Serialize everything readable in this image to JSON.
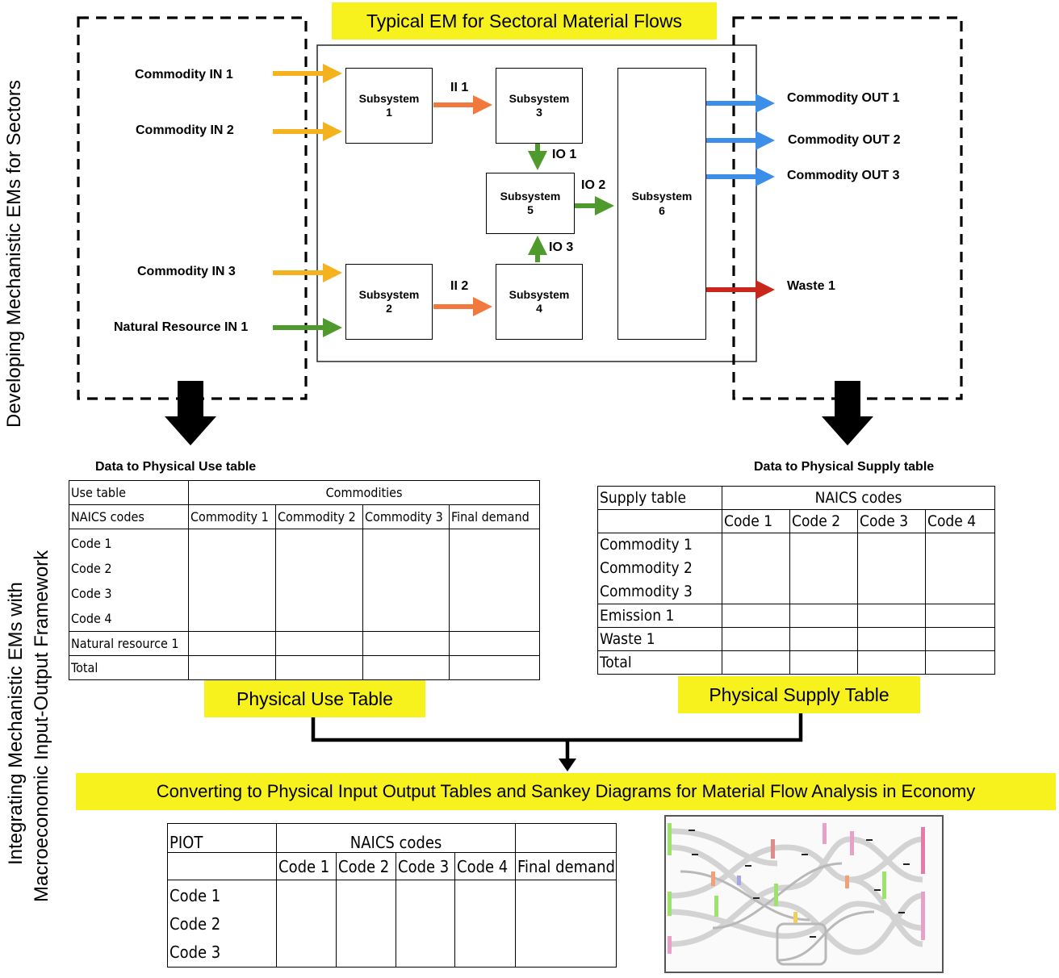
{
  "em": {
    "title": "Typical EM for Sectoral Material Flows",
    "inputs": [
      "Commodity IN 1",
      "Commodity IN 2",
      "Commodity IN 3",
      "Natural Resource IN 1"
    ],
    "outputs": [
      "Commodity OUT 1",
      "Commodity OUT 2",
      "Commodity OUT 3",
      "Waste 1"
    ],
    "subsystems": {
      "s1": [
        "Subsystem",
        "1"
      ],
      "s2": [
        "Subsystem",
        "2"
      ],
      "s3": [
        "Subsystem",
        "3"
      ],
      "s4": [
        "Subsystem",
        "4"
      ],
      "s5": [
        "Subsystem",
        "5"
      ],
      "s6": [
        "Subsystem",
        "6"
      ]
    },
    "flows": {
      "ii1": "II 1",
      "ii2": "II 2",
      "io1": "IO 1",
      "io2": "IO 2",
      "io3": "IO 3"
    }
  },
  "side_labels": {
    "top": "Developing Mechanistic EMs for Sectors",
    "bottom_line1": "Integrating Mechanistic EMs with",
    "bottom_line2": "Macroeconomic Input-Output  Framework"
  },
  "use_table": {
    "caption": "Data to Physical Use table",
    "label": "Physical Use Table",
    "corner1": "Use table",
    "group_header": "Commodities",
    "corner2": "NAICS codes",
    "columns": [
      "Commodity 1",
      "Commodity 2",
      "Commodity 3",
      "Final demand"
    ],
    "rows": [
      "Code 1",
      "Code 2",
      "Code 3",
      "Code 4"
    ],
    "row_natural": "Natural resource 1",
    "row_total": "Total"
  },
  "supply_table": {
    "caption": "Data to Physical Supply table",
    "label": "Physical Supply Table",
    "corner": "Supply table",
    "group_header": "NAICS codes",
    "columns": [
      "Code 1",
      "Code 2",
      "Code 3",
      "Code 4"
    ],
    "rows": [
      "Commodity 1",
      "Commodity 2",
      "Commodity 3"
    ],
    "row_emission": "Emission 1",
    "row_waste": "Waste 1",
    "row_total": "Total"
  },
  "converting_label": "Converting to Physical Input Output Tables and Sankey Diagrams for Material Flow Analysis in Economy",
  "piot": {
    "corner": "PIOT",
    "group_header": "NAICS codes",
    "columns": [
      "Code 1",
      "Code 2",
      "Code 3",
      "Code 4",
      "Final demand"
    ],
    "rows": [
      "Code 1",
      "Code 2",
      "Code 3"
    ]
  },
  "colors": {
    "yellow_box": "#f7f11e",
    "input_arrow": "#f5b21f",
    "internal_arrow": "#f2793d",
    "green_arrow": "#4f9a2c",
    "output_arrow": "#3d8ee8",
    "waste_arrow": "#c8281c"
  },
  "icons": {
    "big_arrow": "black-down-arrow-icon",
    "sankey": "sankey-diagram-thumbnail"
  }
}
